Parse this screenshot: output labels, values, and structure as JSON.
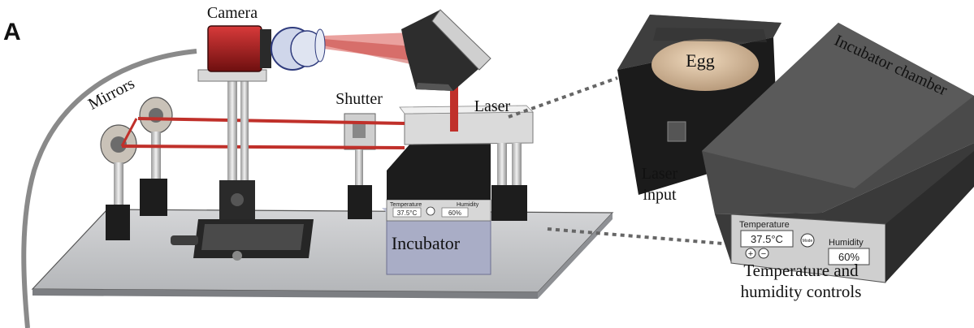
{
  "panel_label": "A",
  "labels": {
    "camera": "Camera",
    "mirrors": "Mirrors",
    "shutter": "Shutter",
    "laser": "Laser",
    "incubator": "Incubator",
    "egg": "Egg",
    "incubator_chamber": "Incubator chamber",
    "laser_input_line1": "Laser",
    "laser_input_line2": "input",
    "controls_line1": "Temperature and",
    "controls_line2": "humidity controls"
  },
  "small_panel": {
    "temperature_label": "Temperature",
    "temperature_value": "37.5°C",
    "humidity_label": "Humidity",
    "humidity_value": "60%"
  },
  "large_panel": {
    "temperature_label": "Temperature",
    "temperature_value": "37.5°C",
    "humidity_label": "Humidity",
    "humidity_value": "60%",
    "button_plus": "+",
    "button_minus": "−",
    "mode_label": "Mode"
  },
  "colors": {
    "laser_beam": "#c0302a",
    "camera_body": "#b01e1e",
    "table_top": "#c9cacc",
    "incubator_box": "#a9adc6",
    "chamber": "#3f3f3f",
    "egg": "#dcc2a4",
    "cable": "#8a8a8a"
  }
}
